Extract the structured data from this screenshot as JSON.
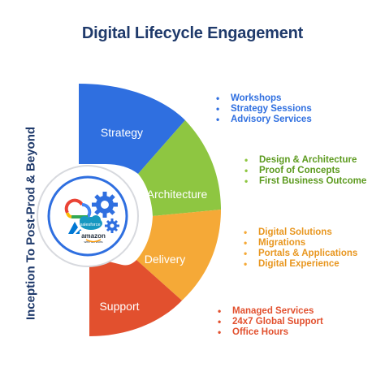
{
  "title": "Digital Lifecycle Engagement",
  "side_label": "Inception To Post-Prod & Beyond",
  "segments": [
    {
      "label": "Strategy",
      "color": "#2f6fe0",
      "items": [
        "Workshops",
        "Strategy Sessions",
        "Advisory Services"
      ]
    },
    {
      "label": "Architecture",
      "color": "#8ec641",
      "items": [
        "Design & Architecture",
        "Proof of Concepts",
        "First Business Outcome"
      ]
    },
    {
      "label": "Delivery",
      "color": "#f5a937",
      "items": [
        "Digital Solutions",
        "Migrations",
        "Portals & Applications",
        "Digital Experience"
      ]
    },
    {
      "label": "Support",
      "color": "#e2502e",
      "items": [
        "Managed Services",
        "24x7 Global Support",
        "Office Hours"
      ]
    }
  ],
  "logos": {
    "salesforce": "salesforce",
    "amazon": "amazon",
    "amazon_tagline": "web services"
  },
  "icons": [
    "google-cloud-icon",
    "azure-icon",
    "salesforce-icon",
    "aws-icon",
    "gear-icon"
  ]
}
